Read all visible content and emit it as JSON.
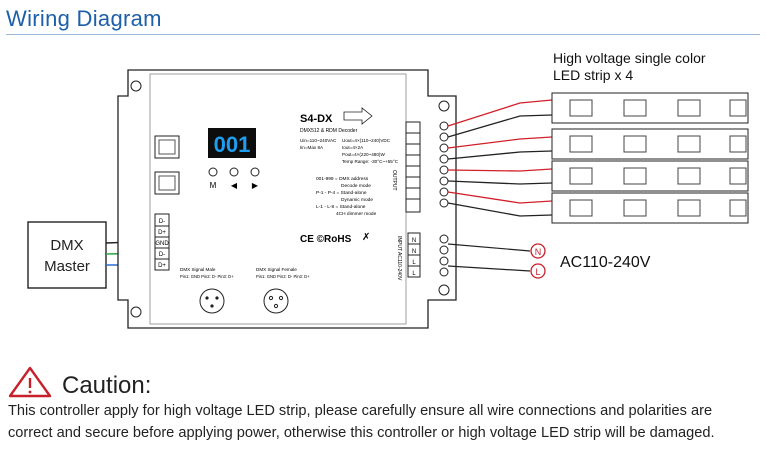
{
  "page_title": "Wiring Diagram",
  "strip_title_line1": "High voltage single color",
  "strip_title_line2": "LED strip x 4",
  "voltage_label": "AC110-240V",
  "dmx_master_line1": "DMX",
  "dmx_master_line2": "Master",
  "device": {
    "model": "S4-DX",
    "subtitle": "DMX512 & RDM Decoder",
    "spec_left_1": "Uin=110~240VAC",
    "spec_left_2": "Iin=Max 8A",
    "spec_right_1": "Uout=4×(110~240)VDC",
    "spec_right_2": "Iout=4×2A",
    "spec_right_3": "Pout=4×(220~480)W",
    "spec_right_4": "Temp Range: -30°C~+55°C",
    "display_value": "001",
    "mode_lines": [
      "001-999 = DMX address",
      "Decode mode",
      "P-1 - P-4 = Stand-alone",
      "Dynamic mode",
      "L-1 - L-8 = Stand-alone",
      "4CH dimmer mode"
    ],
    "buttons": [
      "M",
      "◀",
      "▶"
    ],
    "cert": "CE ©RoHS",
    "dmx_signal_male": "DMX Signal Male",
    "dmx_signal_female": "DMX Signal Female",
    "pin_text": "Pin1: GND Pin2: D- Pin3: D+",
    "output_label": "OUTPUT",
    "input_label": "INPUT AC110-240V",
    "dmx_in_pins": [
      "D-",
      "D+",
      "GND",
      "D-",
      "D+"
    ],
    "input_terminals": [
      "N",
      "N",
      "L",
      "L"
    ]
  },
  "ac_terminals": [
    "N",
    "L"
  ],
  "caution_title": "Caution:",
  "caution_text": "This controller apply for high voltage LED strip, please carefully ensure all wire connections and polarities are correct and secure before applying power, otherwise this controller or high voltage LED strip will be damaged.",
  "colors": {
    "title_blue": "#1d5fa8",
    "wire_red": "#d0202a",
    "wire_black": "#222222",
    "wire_green": "#2aa84a",
    "wire_blue": "#2a6fd0",
    "display_blue": "#1e9ef0",
    "caution_red": "#c8202a"
  }
}
